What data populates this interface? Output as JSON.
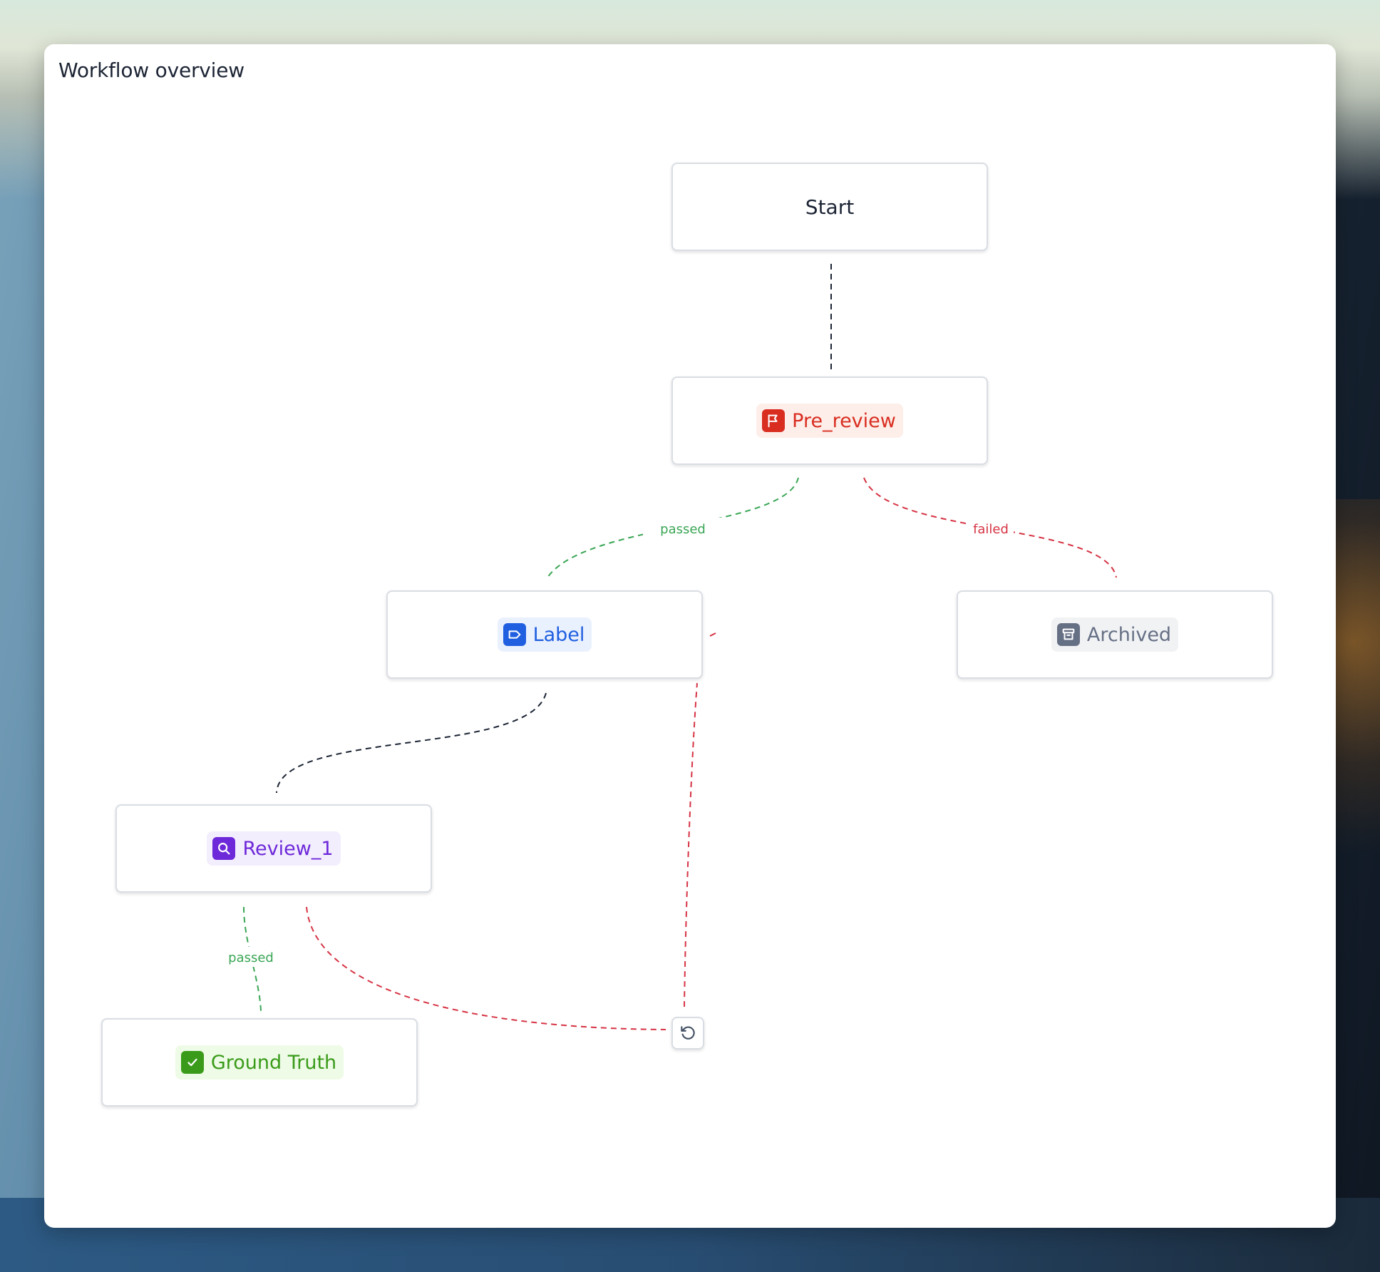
{
  "card": {
    "title": "Workflow overview"
  },
  "nodes": {
    "start": {
      "label": "Start"
    },
    "pre_review": {
      "label": "Pre_review",
      "icon": "flag-icon",
      "color": "#d92d20",
      "bg": "#fdeee9"
    },
    "label": {
      "label": "Label",
      "icon": "tag-icon",
      "color": "#1f5fe0",
      "bg": "#eaf1fe"
    },
    "archived": {
      "label": "Archived",
      "icon": "archive-icon",
      "color": "#667085",
      "bg": "#f1f2f4"
    },
    "review_1": {
      "label": "Review_1",
      "icon": "search-icon",
      "color": "#6d28d9",
      "bg": "#f3eefe"
    },
    "ground_truth": {
      "label": "Ground Truth",
      "icon": "check-icon",
      "color": "#3a9b1a",
      "bg": "#eefbe6"
    }
  },
  "edges": {
    "pre_review_passed": "passed",
    "pre_review_failed": "failed",
    "review_1_passed": "passed"
  },
  "controls": {
    "loop_icon": "undo-icon"
  },
  "colors": {
    "passed": "#3aa655",
    "failed": "#d63344",
    "neutral": "#1c2434"
  }
}
